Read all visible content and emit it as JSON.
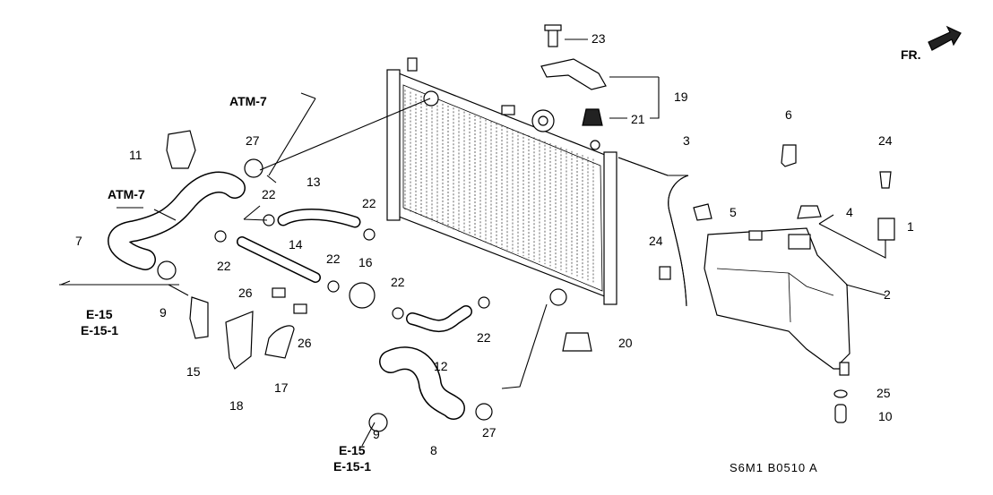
{
  "diagram": {
    "direction_label": "FR.",
    "code": "S6M1  B0510 A",
    "refs": {
      "atm7_top": "ATM-7",
      "atm7_left": "ATM-7",
      "e15_left": "E-15",
      "e151_left": "E-15-1",
      "e15_bottom": "E-15",
      "e151_bottom": "E-15-1"
    },
    "callouts": {
      "c23": "23",
      "c19": "19",
      "c21": "21",
      "c6": "6",
      "c24a": "24",
      "c3": "3",
      "c5": "5",
      "c4": "4",
      "c1": "1",
      "c2": "2",
      "c24b": "24",
      "c20": "20",
      "c25": "25",
      "c10": "10",
      "c27a": "27",
      "c11": "11",
      "c22a": "22",
      "c13": "13",
      "c22b": "22",
      "c7": "7",
      "c22c": "22",
      "c14": "14",
      "c22d": "22",
      "c16": "16",
      "c22e": "22",
      "c9a": "9",
      "c26a": "26",
      "c26b": "26",
      "c15": "15",
      "c18": "18",
      "c17": "17",
      "c12": "12",
      "c22f": "22",
      "c9b": "9",
      "c8": "8",
      "c27b": "27"
    }
  }
}
